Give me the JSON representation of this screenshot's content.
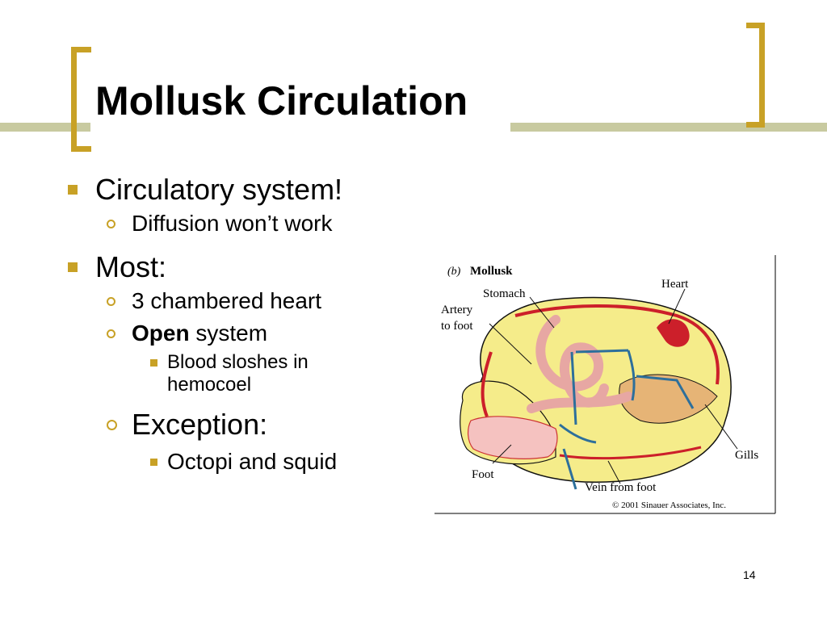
{
  "slide": {
    "title": "Mollusk Circulation",
    "page_number": "14"
  },
  "bullets": {
    "circulatory": "Circulatory system!",
    "diffusion": "Diffusion won’t work",
    "most": "Most:",
    "three_chambered": "3 chambered heart",
    "open_bold": "Open",
    "open_rest": " system",
    "blood_line1": "Blood sloshes in",
    "blood_line2": "hemocoel",
    "exception": "Exception:",
    "octopi": "Octopi and squid"
  },
  "figure": {
    "panel_letter": "(b)",
    "panel_title": "Mollusk",
    "labels": {
      "stomach": "Stomach",
      "heart": "Heart",
      "artery_line1": "Artery",
      "artery_line2": "to foot",
      "gills": "Gills",
      "foot": "Foot",
      "vein": "Vein from foot"
    },
    "copyright": "© 2001 Sinauer Associates, Inc."
  },
  "colors": {
    "accent": "#c8a126",
    "title_line": "#c8caa0",
    "artery_red": "#cc1f2a",
    "vein_blue": "#2d6f9b",
    "shell_yellow": "#f5ec8a",
    "tissue_pink": "#f5c2c0"
  }
}
